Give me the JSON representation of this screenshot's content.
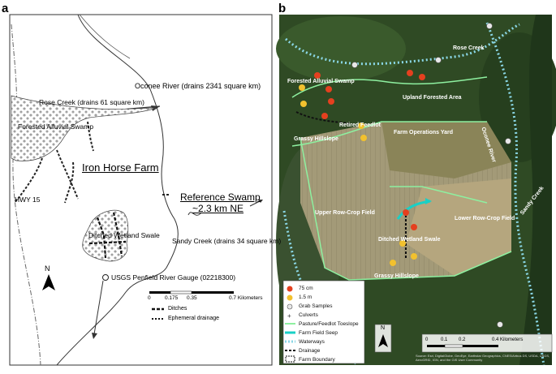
{
  "panel_a": {
    "letter": "a",
    "labels": {
      "oconee": "Oconee River (drains 2341 square km)",
      "rose_creek": "Rose Creek (drains 61 square km)",
      "forested_swamp": "Forested Alluvial Swamp",
      "farm": "Iron Horse Farm",
      "hwy": "HWY 15",
      "ref_line1": "Reference Swamp",
      "ref_line2": "~2.3 km NE",
      "ditched_swale": "Ditched Wetland Swale",
      "sandy_creek": "Sandy Creek (drains 34 square km)",
      "gauge": "USGS Penfield River Gauge (02218300)",
      "north": "N"
    },
    "scale": {
      "ticks": [
        "0",
        "0.175",
        "0.35",
        "0.7 Kilometers"
      ]
    },
    "legend": {
      "ditches": "Ditches",
      "ephemeral": "Ephemeral drainage"
    }
  },
  "panel_b": {
    "letter": "b",
    "labels": {
      "rose_creek": "Rose Creek",
      "forested_swamp": "Forested Alluvial Swamp",
      "upland_forest": "Upland Forested Area",
      "grassy_hillslope_top": "Grassy Hillslope",
      "retired_feedlot": "Retired Feedlot",
      "farm_ops": "Farm Operations Yard",
      "oconee_river": "Oconee River",
      "upper_field": "Upper Row-Crop Field",
      "lower_field": "Lower Row-Crop Field",
      "ditched_swale": "Ditched Wetland Swale",
      "grassy_hillslope_bottom": "Grassy Hillslope",
      "sandy_creek": "Sandy Creek",
      "north": "N"
    },
    "legend": [
      {
        "label": "75 cm",
        "symbol": "red-circle"
      },
      {
        "label": "1.5 m",
        "symbol": "yellow-circle"
      },
      {
        "label": "Grab Samples",
        "symbol": "grey-circle"
      },
      {
        "label": "Culverts",
        "symbol": "culvert"
      },
      {
        "label": "Pasture/Feedlot Toeslope",
        "symbol": "light-green-line"
      },
      {
        "label": "Farm Field Seep",
        "symbol": "cyan-line"
      },
      {
        "label": "Waterways",
        "symbol": "dotted-blue-line"
      },
      {
        "label": "Drainage",
        "symbol": "dashed-black-line"
      },
      {
        "label": "Farm Boundary",
        "symbol": "boundary-box"
      }
    ],
    "scale": {
      "ticks": [
        "0",
        "0.1",
        "0.2",
        "0.4 Kilometers"
      ]
    },
    "attribution": "Source: Esri, DigitalGlobe, GeoEye, Earthstar Geographics, CNES/Airbus DS, USDA, USGS, AeroGRID, IGN, and the GIS User Community"
  },
  "colors": {
    "waterway": "#8ad7e6",
    "toeslope": "#8ef0a0",
    "seep": "#19d0c6",
    "sample_75cm": "#e5401f",
    "sample_15m": "#f2c12e",
    "grab": "#e8e8e8"
  }
}
